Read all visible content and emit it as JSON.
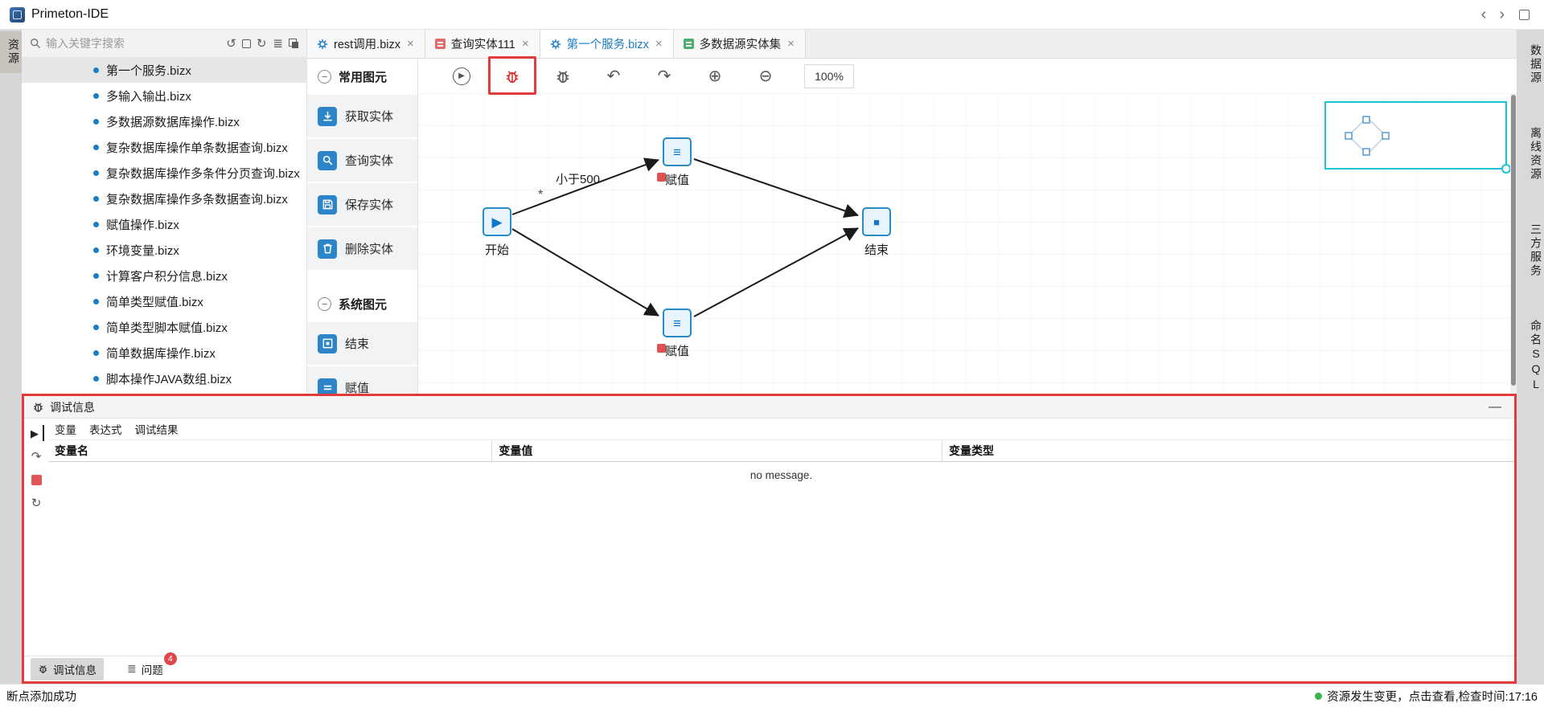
{
  "titlebar": {
    "title": "Primeton-IDE"
  },
  "left_strip": {
    "tab": "资源"
  },
  "sidebar": {
    "search_placeholder": "输入关键字搜索",
    "files": [
      "第一个服务.bizx",
      "多输入输出.bizx",
      "多数据源数据库操作.bizx",
      "复杂数据库操作单条数据查询.bizx",
      "复杂数据库操作多条件分页查询.bizx",
      "复杂数据库操作多条数据查询.bizx",
      "赋值操作.bizx",
      "环境变量.bizx",
      "计算客户积分信息.bizx",
      "简单类型赋值.bizx",
      "简单类型脚本赋值.bizx",
      "简单数据库操作.bizx",
      "脚本操作JAVA数组.bizx"
    ]
  },
  "editor_tabs": [
    {
      "label": "rest调用.bizx"
    },
    {
      "label": "查询实体111"
    },
    {
      "label": "第一个服务.bizx",
      "active": true
    },
    {
      "label": "多数据源实体集"
    }
  ],
  "palette": {
    "section1": {
      "title": "常用图元",
      "items": [
        "获取实体",
        "查询实体",
        "保存实体",
        "删除实体"
      ]
    },
    "section2": {
      "title": "系统图元",
      "items": [
        "结束",
        "赋值"
      ]
    }
  },
  "canvas": {
    "zoom": "100%",
    "nodes": {
      "start": "开始",
      "assign_top": "赋值",
      "assign_bottom": "赋值",
      "end": "结束"
    },
    "glyphs": {
      "start": "▶",
      "assign": "≡",
      "end": "■"
    },
    "edge_label": "小于500",
    "asterisk": "*"
  },
  "right_strip": {
    "tabs": [
      "数据源",
      "离线资源",
      "三方服务",
      "命名SQL"
    ]
  },
  "debug_panel": {
    "title": "调试信息",
    "tabs": [
      "变量",
      "表达式",
      "调试结果"
    ],
    "table": {
      "columns": [
        "变量名",
        "变量值",
        "变量类型"
      ],
      "empty_message": "no message."
    },
    "bottom_tabs": [
      {
        "label": "调试信息"
      },
      {
        "label": "问题",
        "badge": "4"
      }
    ]
  },
  "statusbar": {
    "left": "断点添加成功",
    "right": "资源发生变更，点击查看,检查时间:17:16"
  },
  "icons": {
    "close": "×",
    "back": "‹",
    "forward": "›",
    "collapse": "−",
    "minimize": "—",
    "undo": "↶",
    "redo": "↷",
    "zoom_in": "⊕",
    "zoom_out": "⊖",
    "refresh": "↻",
    "sync": "↺",
    "list": "≣",
    "play": "▶",
    "step_over": "↷"
  },
  "colors": {
    "accent": "#1a7dc8",
    "annotation": "#e23b3b",
    "breakpoint": "#e05252",
    "status_green": "#3cb44a",
    "minimap_border": "#19c3d6"
  }
}
